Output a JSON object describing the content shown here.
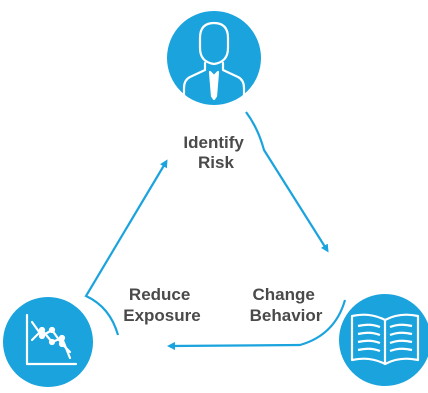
{
  "accent_color": "#1aa3dd",
  "text_color": "#4a4a4a",
  "nodes": [
    {
      "id": "identify",
      "icon": "person-with-tie-icon",
      "label_lines": [
        "Identify",
        "Risk"
      ]
    },
    {
      "id": "change",
      "icon": "open-book-icon",
      "label_lines": [
        "Change",
        "Behavior"
      ]
    },
    {
      "id": "reduce",
      "icon": "declining-chart-icon",
      "label_lines": [
        "Reduce",
        "Exposure"
      ]
    }
  ],
  "flow": [
    "Identify Risk",
    "Change Behavior",
    "Reduce Exposure",
    "Identify Risk"
  ]
}
